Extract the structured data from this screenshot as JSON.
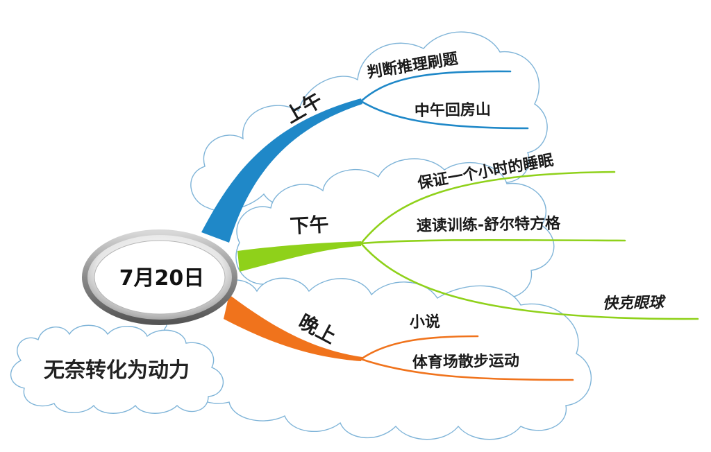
{
  "center": {
    "title": "7月20日"
  },
  "note": {
    "text": "无奈转化为动力"
  },
  "branches": [
    {
      "label": "上午",
      "color": "#1f88c8",
      "children": [
        "判断推理刷题",
        "中午回房山"
      ]
    },
    {
      "label": "下午",
      "color": "#8fd11a",
      "children": [
        "保证一个小时的睡眠",
        "速读训练-舒尔特方格",
        "快克眼球"
      ]
    },
    {
      "label": "晚上",
      "color": "#f0731c",
      "children": [
        "小说",
        "体育场散步运动"
      ]
    }
  ],
  "cloud_stroke": "#7fb4d8"
}
